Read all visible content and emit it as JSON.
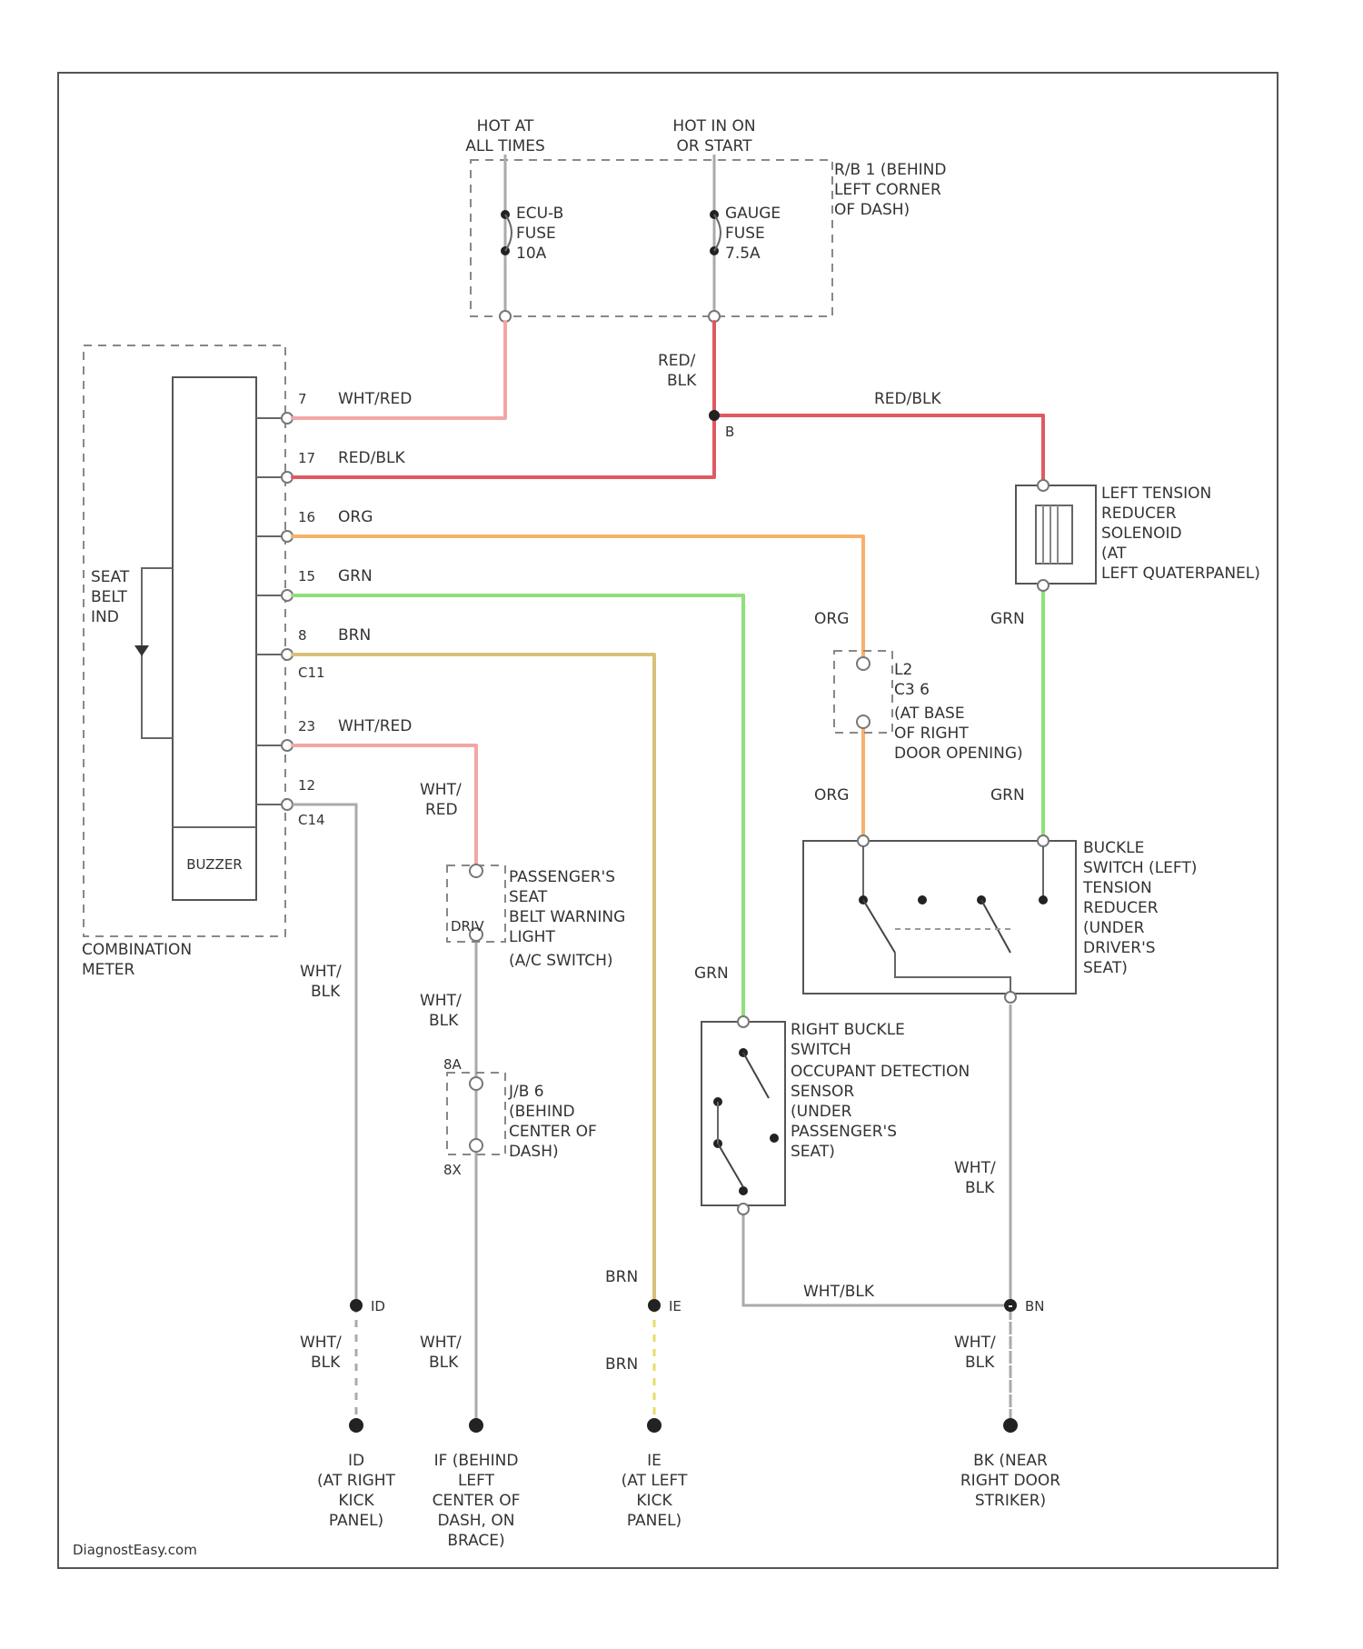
{
  "colors": {
    "wht_red": "#f2a6a6",
    "red_blk": "#e0595f",
    "org": "#f5b26b",
    "grn": "#8fe07a",
    "brn": "#d9c07a",
    "wht_blk": "#b0b0b0",
    "frame": "#555555"
  },
  "power": {
    "hot_all_times": [
      "HOT AT",
      "ALL TIMES"
    ],
    "hot_run": [
      "HOT IN ON",
      "OR START"
    ],
    "fuse_left": [
      "ECU-B",
      "FUSE",
      "10A"
    ],
    "fuse_right": [
      "GAUGE",
      "FUSE",
      "7.5A"
    ],
    "junction_box": [
      "R/B 1 (BEHIND",
      "LEFT CORNER",
      "OF DASH)"
    ]
  },
  "meter": {
    "label": [
      "COMBINATION",
      "METER"
    ],
    "seat_belt": [
      "SEAT",
      "BELT",
      "IND"
    ],
    "buzzer": "BUZZER",
    "pins": [
      {
        "pin": "7",
        "wire": "WHT/RED"
      },
      {
        "pin": "17",
        "wire": "RED/BLK"
      },
      {
        "pin": "16",
        "wire": "ORG"
      },
      {
        "pin": "15",
        "wire": "GRN"
      },
      {
        "pin": "8",
        "wire": "BRN"
      },
      {
        "pin": "23",
        "wire": "WHT/RED"
      },
      {
        "pin": "12",
        "wire": ""
      }
    ],
    "conn_top": "C11",
    "conn_bottom": "C14"
  },
  "wires": {
    "red_blk_vertical": [
      "RED/",
      "BLK"
    ],
    "red_blk_top": "RED/BLK",
    "splice_b": "B",
    "org_label": "ORG",
    "grn_label": "GRN",
    "wht_red_v": [
      "WHT/",
      "RED"
    ],
    "wht_blk": [
      "WHT/",
      "BLK"
    ],
    "brn": "BRN",
    "wht_blk_h": "WHT/BLK"
  },
  "components": {
    "tension_solenoid": [
      "LEFT TENSION",
      "REDUCER",
      "SOLENOID",
      "(AT",
      "LEFT QUATERPANEL)"
    ],
    "connector_c3": [
      "L2",
      "C3 6",
      "(AT BASE",
      "OF RIGHT",
      "DOOR OPENING)"
    ],
    "buckle_left": [
      "BUCKLE",
      "SWITCH (LEFT)",
      "TENSION",
      "REDUCER",
      "(UNDER",
      "DRIVER'S",
      "SEAT)"
    ],
    "passenger_light": [
      "PASSENGER'S",
      "SEAT",
      "BELT WARNING",
      "LIGHT",
      "(A/C SWITCH)"
    ],
    "passenger_light_sub": "DRIV",
    "right_buckle": [
      "RIGHT BUCKLE",
      "SWITCH",
      "OCCUPANT DETECTION",
      "SENSOR",
      "(UNDER",
      "PASSENGER'S",
      "SEAT)"
    ],
    "junction_j": [
      "J/B 6",
      "(BEHIND",
      "CENTER OF",
      "DASH)"
    ],
    "j_pin_top": "8A",
    "j_pin_bottom": "8X"
  },
  "grounds": {
    "g1": {
      "tag": "ID",
      "label": [
        "ID",
        "(AT RIGHT",
        "KICK",
        "PANEL)"
      ]
    },
    "g2": {
      "tag": "IF",
      "label": [
        "IF (BEHIND",
        "LEFT",
        "CENTER OF",
        "DASH, ON",
        "BRACE)"
      ]
    },
    "g3": {
      "tag": "IE",
      "label": [
        "IE",
        "(AT LEFT",
        "KICK",
        "PANEL)"
      ]
    },
    "g4": {
      "tag": "BN",
      "label": [
        "BK (NEAR",
        "RIGHT DOOR",
        "STRIKER)"
      ]
    }
  },
  "footer": "DiagnostEasy.com"
}
